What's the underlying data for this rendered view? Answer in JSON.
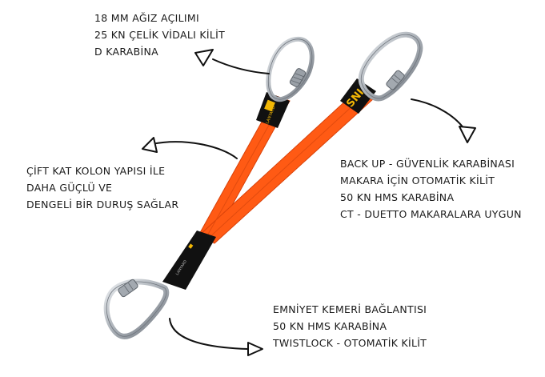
{
  "annotations": {
    "top": [
      "18 MM AĞIZ AÇILIMI",
      "25 KN ÇELİK VİDALI KİLİT",
      "D KARABİNA"
    ],
    "left": [
      "ÇİFT KAT KOLON YAPISI İLE",
      "DAHA GÜÇLÜ VE",
      "DENGELİ BİR DURUŞ SAĞLAR"
    ],
    "right": [
      "BACK UP - GÜVENLİK KARABİNASI",
      "MAKARA İÇİN OTOMATİK KİLİT",
      "50 KN HMS KARABİNA",
      "CT - DUETTO MAKARALARA UYGUN"
    ],
    "bottom": [
      "EMNİYET KEMERİ BAĞLANTISI",
      "50 KN HMS KARABİNA",
      "TWISTLOCK - OTOMATİK KİLİT"
    ]
  },
  "product": {
    "logo_text": "SNI",
    "sleeve_text": "LANYARD",
    "colors": {
      "webbing": "#ff5a14",
      "webbing_edge": "#d9420a",
      "sleeve": "#111111",
      "logo": "#f2b705",
      "metal": "#b8bdc4",
      "metal_dark": "#6f757d"
    }
  }
}
